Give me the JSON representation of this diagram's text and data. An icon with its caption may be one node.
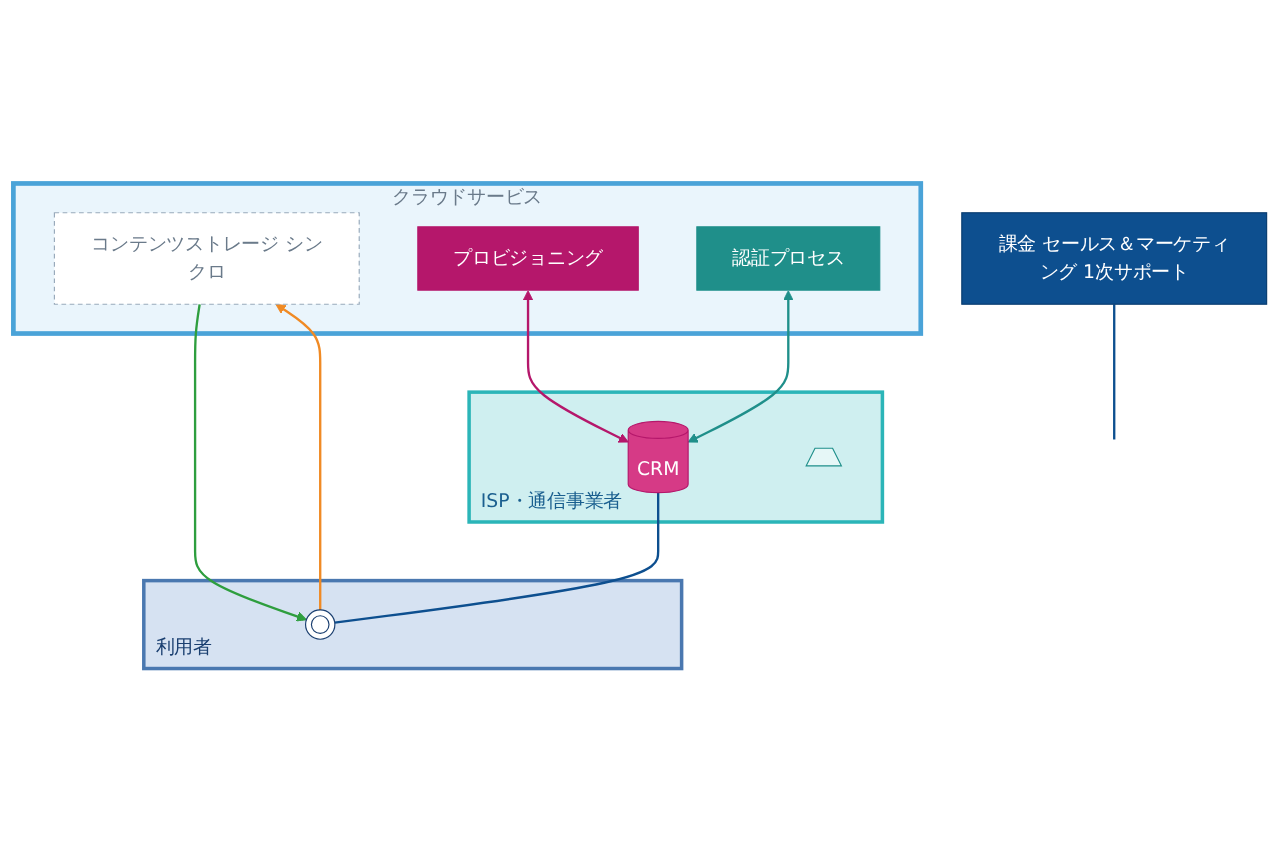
{
  "diagram": {
    "nodes": [
      {
        "text": [
          "クラウドサービス"
        ]
      },
      {
        "text": [
          "コンテンツストレージ シンクロ"
        ],
        "in": 0
      },
      {
        "text": [
          "プロビジョニング"
        ],
        "in": 0
      },
      {
        "text": [
          "認証プロセス"
        ],
        "in": 0
      },
      {
        "text": [
          "ISP・通信事業者"
        ]
      },
      {
        "text": [
          "CRM"
        ],
        "in": 4
      },
      {
        "text": [],
        "shape": "picture",
        "in": 4
      },
      {
        "text": [
          "課金 セールス＆マーケティング 1次サポート"
        ]
      },
      {
        "text": [
          "利用者"
        ]
      },
      {
        "text": [],
        "shape": "person",
        "in": 8
      }
    ],
    "edges": [
      {
        "from": 2,
        "to": 5,
        "arrow": "both",
        "color": "#b5176b"
      },
      {
        "from": 3,
        "to": 5,
        "arrow": "both",
        "color": "#1f8f8a"
      },
      {
        "from": 9,
        "to": 1,
        "arrow": "to",
        "color": "#f08a24"
      },
      {
        "from": 1,
        "to": 9,
        "arrow": "to",
        "color": "#2e9e3e"
      },
      {
        "from": 5,
        "to": 9,
        "arrow": "none",
        "color": "#0d4f8f"
      },
      {
        "from": 7,
        "to": null,
        "arrow": "none",
        "color": "#0d4f8f"
      }
    ]
  }
}
